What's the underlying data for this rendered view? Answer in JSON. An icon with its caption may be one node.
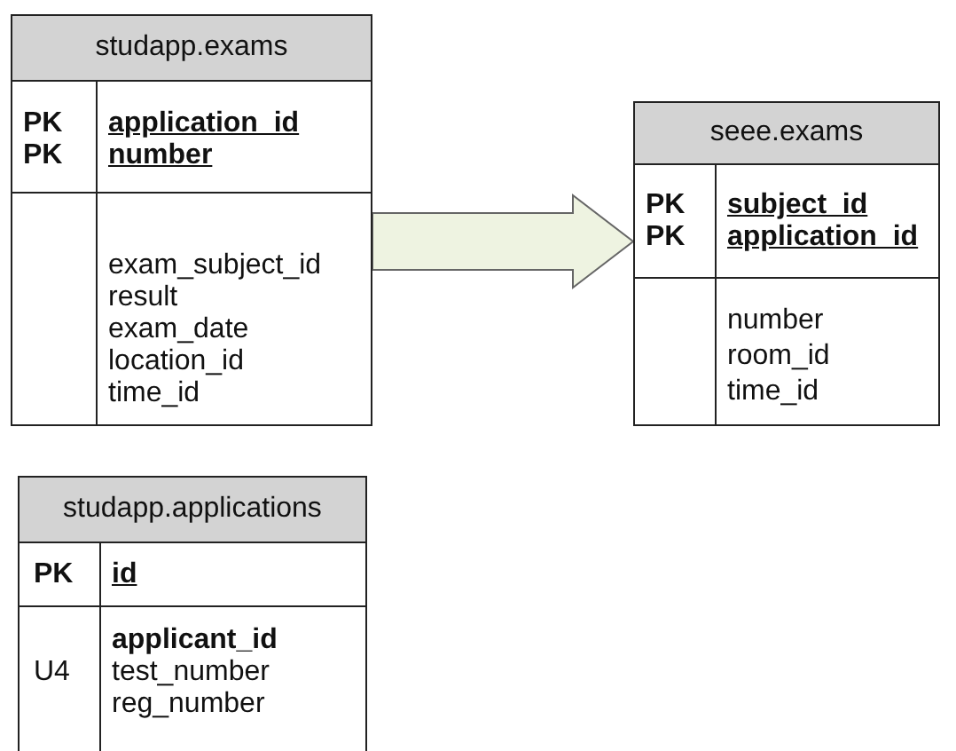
{
  "diagram": {
    "nodes": [
      {
        "text": [
          "studapp.exams",
          "PK",
          "PK",
          "application_id",
          "number",
          "exam_subject_id",
          "result",
          "exam_date",
          "location_id",
          "time_id"
        ]
      },
      {
        "text": [
          "seee.exams",
          "PK",
          "PK",
          "subject_id",
          "application_id",
          "number",
          "room_id",
          "time_id"
        ]
      },
      {
        "text": [
          "studapp.applications",
          "PK",
          "id",
          "U4",
          "applicant_id",
          "test_number",
          "reg_number"
        ]
      }
    ],
    "edges": [
      {
        "from": 0,
        "to": 1,
        "arrow": "to"
      }
    ]
  }
}
